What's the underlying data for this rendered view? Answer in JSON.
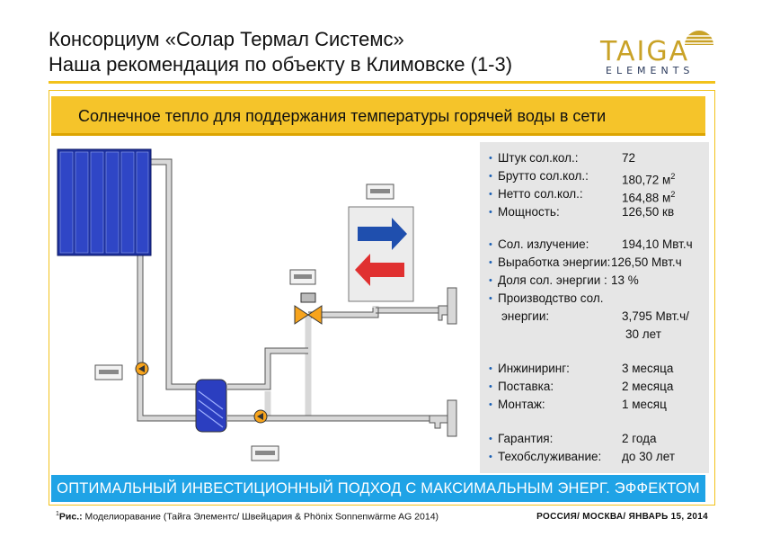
{
  "header": {
    "title_line1": "Консорциум «Солар Термал Системс»",
    "title_line2": "Наша рекомендация по объекту в Климовске (1-3)"
  },
  "logo": {
    "name": "TAIGA",
    "sub": "ELEMENTS",
    "icon": "sun-icon",
    "color": "#c9a227"
  },
  "banner": {
    "text": "Солнечное тепло для поддержания температуры горячей воды в сети"
  },
  "specs": {
    "group1": [
      {
        "label": "Штук сол.кол.:",
        "value": "72",
        "unit_sup": ""
      },
      {
        "label": "Брутто сол.кол.:",
        "value": "180,72 м",
        "unit_sup": "2"
      },
      {
        "label": "Нетто сол.кол.:",
        "value": "164,88 м",
        "unit_sup": "2"
      },
      {
        "label": "Мощность:",
        "value": "126,50 кв",
        "unit_sup": ""
      }
    ],
    "group2": [
      {
        "label": "Сол. излучение:",
        "value": "194,10 Мвт.ч"
      },
      {
        "label": "Выработка энергии:",
        "value": "126,50 Мвт.ч"
      },
      {
        "label": "Доля сол. энергии :",
        "value": "13 %"
      },
      {
        "label": "Производство сол.",
        "value": ""
      }
    ],
    "group2_cont": {
      "label": "энергии:",
      "value": "3,795 Мвт.ч/",
      "value2": "30 лет"
    },
    "group3": [
      {
        "label": "Инжиниринг:",
        "value": "3 месяца"
      },
      {
        "label": "Поставка:",
        "value": "2 месяца"
      },
      {
        "label": "Монтаж:",
        "value": "1 месяц"
      }
    ],
    "group4": [
      {
        "label": "Гарантия:",
        "value": "2 года"
      },
      {
        "label": "Техобслуживание:",
        "value": "до 30 лет"
      }
    ]
  },
  "footer_bar": {
    "text": "ОПТИМАЛЬНЫЙ ИНВЕСТИЦИОННЫЙ ПОДХОД С МАКСИМАЛЬНЫМ ЭНЕРГ. ЭФФЕКТОМ"
  },
  "caption": {
    "sup": "1",
    "fig": "Рис.:",
    "text": " Моделиоравание  (Тайга Элементс/ Швейцария  & Phönix Sonnenwärme AG 2014)"
  },
  "dateline": "РОССИЯ/ МОСКВА/ ЯНВАРЬ 15, 2014",
  "colors": {
    "accent": "#f5c42a",
    "footer": "#1fa3e6",
    "arrow_hot": "#e03030",
    "arrow_cold": "#1f4fae",
    "collector": "#1b2f9e"
  }
}
